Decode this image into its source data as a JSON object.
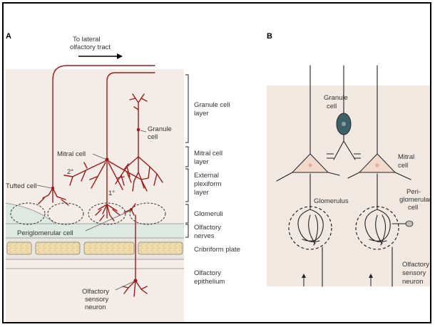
{
  "panels": {
    "a": "A",
    "b": "B"
  },
  "colors": {
    "neuron": "#9b1c1c",
    "tissue_a": "#f4ece6",
    "tissue_b": "#f2e8e2",
    "pale_green": "#dfe9e3",
    "bone": "#f1dfb0",
    "dendrite_b": "#222222"
  },
  "panel_a": {
    "arrow_label_1": "To lateral",
    "arrow_label_2": "olfactory tract",
    "layers": [
      {
        "name_1": "Granule cell",
        "name_2": "layer"
      },
      {
        "name_1": "Mitral cell",
        "name_2": "layer"
      },
      {
        "name_1": "External",
        "name_2": "plexiform",
        "name_3": "layer"
      },
      {
        "name_1": "Glomeruli"
      },
      {
        "name_1": "Olfactory",
        "name_2": "nerves"
      },
      {
        "name_1": "Cribriform plate"
      },
      {
        "name_1": "Olfactory",
        "name_2": "epithelium"
      }
    ],
    "cells": {
      "granule_1": "Granule",
      "granule_2": "cell",
      "mitral": "Mitral cell",
      "tufted": "Tufted cell",
      "periglomerular": "Periglomerular cell",
      "sensory_1": "Olfactory",
      "sensory_2": "sensory",
      "sensory_3": "neuron"
    },
    "dendrite_2": "2°",
    "dendrite_1": "1°"
  },
  "panel_b": {
    "granule_1": "Granule",
    "granule_2": "cell",
    "mitral_1": "Mitral",
    "mitral_2": "cell",
    "glomerulus": "Glomerulus",
    "periglo_1": "Peri-",
    "periglo_2": "glomerular",
    "periglo_3": "cell",
    "sensory_1": "Olfactory",
    "sensory_2": "sensory",
    "sensory_3": "neuron"
  }
}
